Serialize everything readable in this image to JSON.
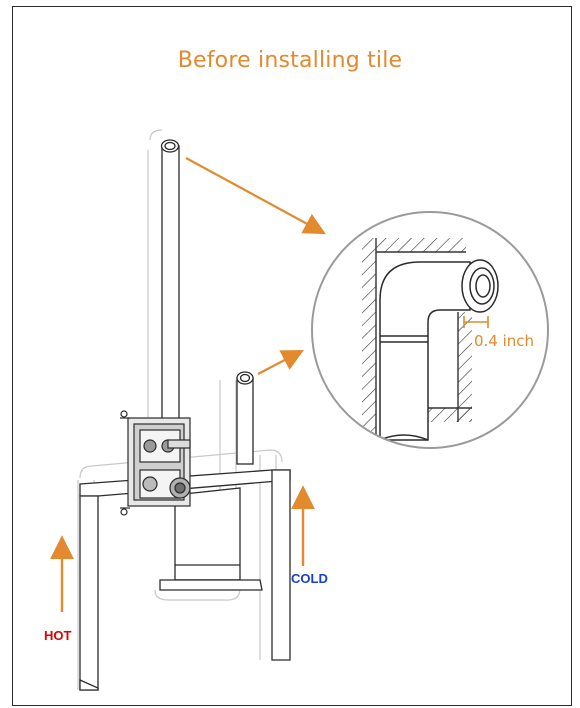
{
  "title": "Before installing tile",
  "labels": {
    "clearance": "0.4 inch",
    "hot": "HOT",
    "cold": "COLD"
  },
  "colors": {
    "accent": "#e3892e",
    "hot": "#e00000",
    "cold": "#1a3fd6",
    "line": "#2b2b2b",
    "pipe_fill": "#ffffff",
    "magnifier": "#9a9a9a"
  },
  "icons": {
    "arrow": "arrow-icon",
    "valve": "mixing-valve-icon",
    "elbow": "elbow-fitting-icon"
  }
}
